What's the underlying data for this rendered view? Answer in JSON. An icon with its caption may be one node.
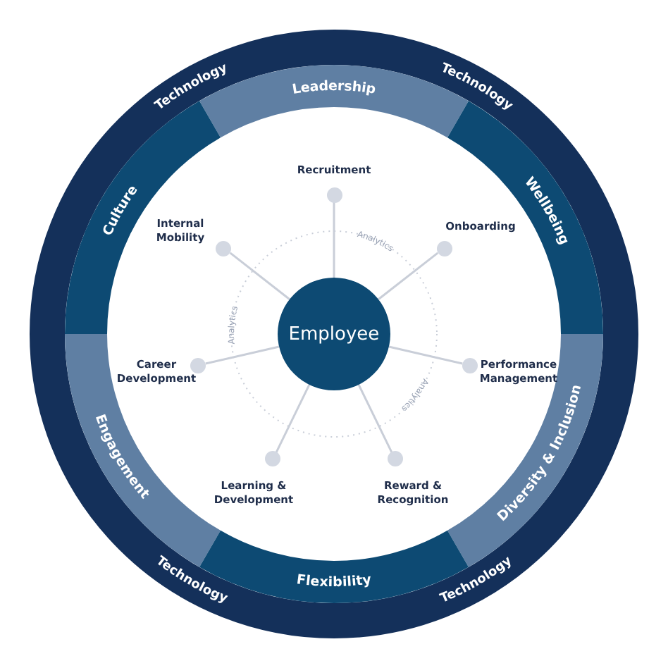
{
  "diagram": {
    "nodes": [
      {
        "text": [
          "Leadership"
        ]
      },
      {
        "text": [
          "Culture"
        ]
      },
      {
        "text": [
          "Wellbeing"
        ]
      },
      {
        "text": [],
        "shape": "circle"
      },
      {
        "text": [],
        "shape": "circle"
      },
      {
        "text": [],
        "shape": "circle"
      },
      {
        "text": [
          "Employee"
        ]
      },
      {
        "text": [],
        "shape": "circle"
      },
      {
        "text": [],
        "shape": "circle"
      },
      {
        "text": [
          "Engagement"
        ]
      },
      {
        "text": [
          "Diversity & Inclusion"
        ]
      },
      {
        "text": [],
        "shape": "circle"
      },
      {
        "text": [],
        "shape": "circle"
      },
      {
        "text": [
          "Flexibility"
        ]
      }
    ],
    "edges": [
      {
        "from": 6,
        "to": 3,
        "arrow": "none"
      },
      {
        "from": 6,
        "to": 5,
        "arrow": "none"
      },
      {
        "from": 6,
        "to": 8,
        "arrow": "none"
      },
      {
        "from": 6,
        "to": 12,
        "arrow": "none"
      },
      {
        "from": 6,
        "to": 11,
        "arrow": "none"
      },
      {
        "from": 6,
        "to": 7,
        "arrow": "none"
      },
      {
        "from": 6,
        "to": 4,
        "arrow": "none"
      }
    ],
    "labels": [
      "Technology",
      "Technology",
      "Recruitment",
      "Internal Mobility",
      "Onboarding",
      "Analytics",
      "Analytics",
      "Career Development",
      "Performance Management",
      "Analytics",
      "Learning & Development",
      "Reward & Recognition",
      "Technology",
      "Technology"
    ]
  }
}
